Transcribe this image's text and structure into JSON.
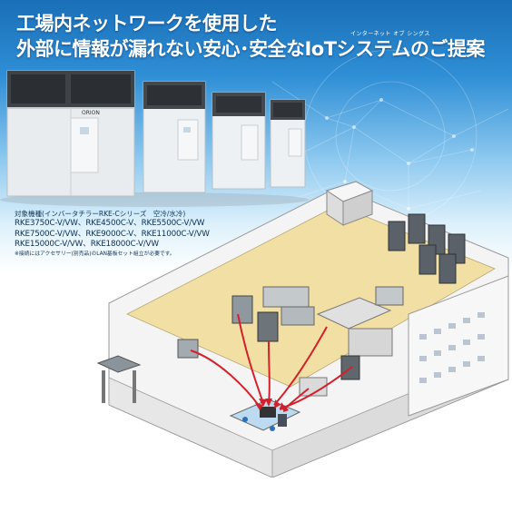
{
  "headline": {
    "line1": "工場内ネットワークを使用した",
    "line2": "外部に情報が漏れない安心･安全なIoTシステムのご提案",
    "ruby": "インターネット オブ シングス"
  },
  "brand_label": "ORION",
  "models": {
    "title": "対象機種(インバータチラーRKE-Cシリーズ　空冷/水冷)",
    "lines": [
      "RKE3750C-V/VW、RKE4500C-V、RKE5500C-V/VW",
      "RKE7500C-V/VW、RKE9000C-V、RKE11000C-V/VW",
      "RKE15000C-V/VW、RKE18000C-V/VW"
    ],
    "note": "※接続にはアクセサリー(別売品)のLAN基板セット組立が必要です。"
  },
  "colors": {
    "hero_top": "#1a6fb8",
    "headline": "#ffffff",
    "model_text": "#0d2f52",
    "signal_arrow": "#d4202a",
    "floor": "#f1dfa3",
    "wall": "#f2f2f2"
  }
}
